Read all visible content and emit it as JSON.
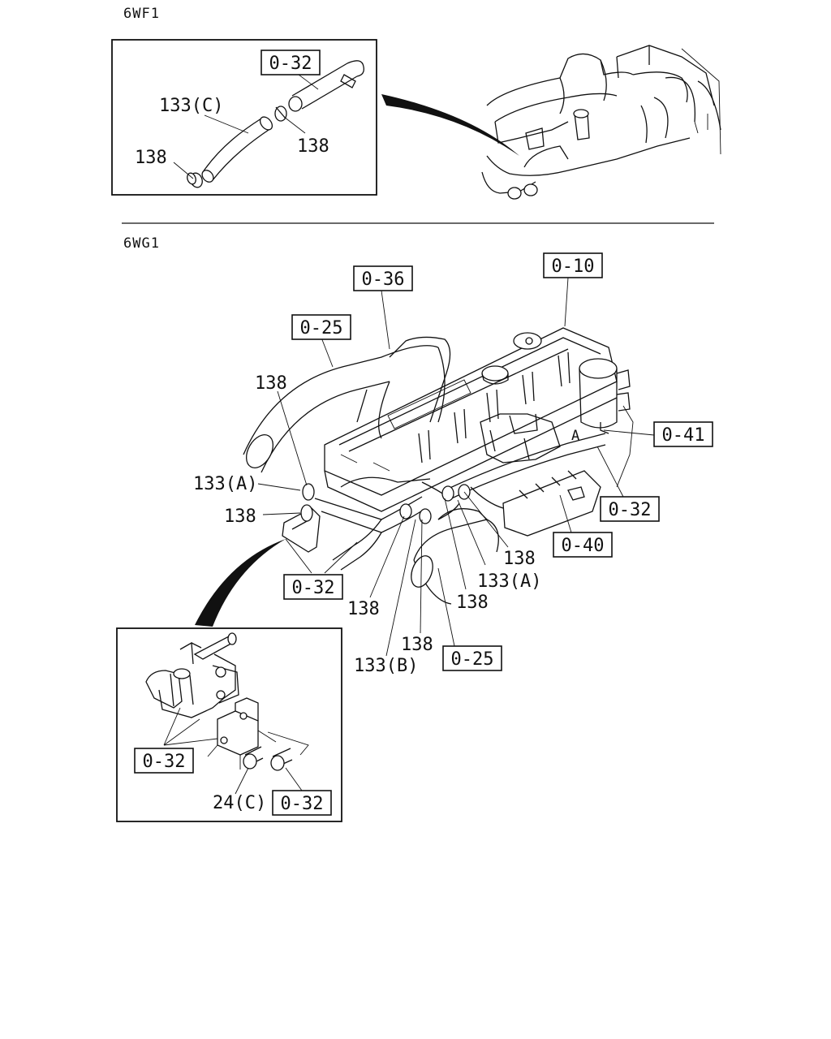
{
  "sections": [
    {
      "id": "6wf1",
      "label": "6WF1"
    },
    {
      "id": "6wg1",
      "label": "6WG1"
    }
  ],
  "refs": {
    "r032_top": "0-32",
    "r010": "0-10",
    "r036": "0-36",
    "r025_top": "0-25",
    "r041": "0-41",
    "r032_right": "0-32",
    "r040": "0-40",
    "r032_mid": "0-32",
    "r025_bottom": "0-25",
    "r032_inset_left": "0-32",
    "r032_inset_right": "0-32"
  },
  "parts": {
    "p133c": "133(C)",
    "p138_top_right": "138",
    "p138_top_left": "138",
    "p138_a": "138",
    "p133a_left": "133(A)",
    "p138_b": "138",
    "p138_c": "138",
    "p133a_right": "133(A)",
    "p138_d": "138",
    "p138_e": "138",
    "p138_f": "138",
    "p133b": "133(B)",
    "p24c": "24(C)"
  }
}
